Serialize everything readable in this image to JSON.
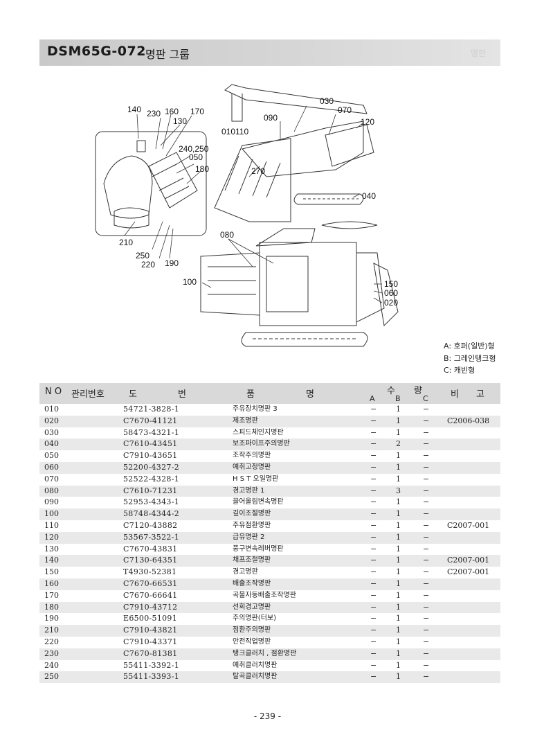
{
  "header": {
    "code": "DSM65G-072",
    "name": "명판 그룹",
    "side": "명판"
  },
  "callouts": [
    {
      "id": "140",
      "label": "140"
    },
    {
      "id": "230",
      "label": "230"
    },
    {
      "id": "160",
      "label": "160"
    },
    {
      "id": "170",
      "label": "170"
    },
    {
      "id": "130",
      "label": "130"
    },
    {
      "id": "240250",
      "label": "240,250"
    },
    {
      "id": "050",
      "label": "050"
    },
    {
      "id": "180",
      "label": "180"
    },
    {
      "id": "210",
      "label": "210"
    },
    {
      "id": "250b",
      "label": "250"
    },
    {
      "id": "220",
      "label": "220"
    },
    {
      "id": "190",
      "label": "190"
    },
    {
      "id": "030",
      "label": "030"
    },
    {
      "id": "070",
      "label": "070"
    },
    {
      "id": "090",
      "label": "090"
    },
    {
      "id": "010110",
      "label": "010110"
    },
    {
      "id": "120",
      "label": "120"
    },
    {
      "id": "270",
      "label": "270"
    },
    {
      "id": "040",
      "label": "040"
    },
    {
      "id": "080",
      "label": "080"
    },
    {
      "id": "100",
      "label": "100"
    },
    {
      "id": "150",
      "label": "150"
    },
    {
      "id": "060",
      "label": "060"
    },
    {
      "id": "020",
      "label": "020"
    }
  ],
  "legend": [
    "A: 호퍼(일반)형",
    "B: 그레인탱크형",
    "C: 캐빈형"
  ],
  "table": {
    "headers": {
      "no": "N O",
      "mgmt": "관리번호",
      "part_do": "도",
      "part_beon": "번",
      "name_pum": "품",
      "name_myeong": "명",
      "qty_su": "수",
      "qty_ryang": "량",
      "qty_a": "A",
      "qty_b": "B",
      "qty_c": "C",
      "note_bi": "비",
      "note_go": "고"
    },
    "rows": [
      {
        "no": "010",
        "part": "54721-3828-1",
        "name": "주유장치명판 3",
        "a": "−",
        "b": "1",
        "c": "−",
        "note": ""
      },
      {
        "no": "020",
        "part": "C7670-41121",
        "name": "제조명판",
        "a": "−",
        "b": "1",
        "c": "−",
        "note": "C2006-038"
      },
      {
        "no": "030",
        "part": "58473-4321-1",
        "name": "스피드체인지명판",
        "a": "−",
        "b": "1",
        "c": "−",
        "note": ""
      },
      {
        "no": "040",
        "part": "C7610-43451",
        "name": "보조파이프주의명판",
        "a": "−",
        "b": "2",
        "c": "−",
        "note": ""
      },
      {
        "no": "050",
        "part": "C7910-43651",
        "name": "조작주의명판",
        "a": "−",
        "b": "1",
        "c": "−",
        "note": ""
      },
      {
        "no": "060",
        "part": "52200-4327-2",
        "name": "예취고정명판",
        "a": "−",
        "b": "1",
        "c": "−",
        "note": ""
      },
      {
        "no": "070",
        "part": "52522-4328-1",
        "name": "H S T 오일명판",
        "a": "−",
        "b": "1",
        "c": "−",
        "note": ""
      },
      {
        "no": "080",
        "part": "C7610-71231",
        "name": "경고명판 1",
        "a": "−",
        "b": "3",
        "c": "−",
        "note": ""
      },
      {
        "no": "090",
        "part": "52953-4343-1",
        "name": "끌어올림변속명판",
        "a": "−",
        "b": "1",
        "c": "−",
        "note": ""
      },
      {
        "no": "100",
        "part": "58748-4344-2",
        "name": "깊이조절명판",
        "a": "−",
        "b": "1",
        "c": "−",
        "note": ""
      },
      {
        "no": "110",
        "part": "C7120-43882",
        "name": "주유점환명판",
        "a": "−",
        "b": "1",
        "c": "−",
        "note": "C2007-001"
      },
      {
        "no": "120",
        "part": "53567-3522-1",
        "name": "급유명판 2",
        "a": "−",
        "b": "1",
        "c": "−",
        "note": ""
      },
      {
        "no": "130",
        "part": "C7670-43831",
        "name": "풍구변속레버명판",
        "a": "−",
        "b": "1",
        "c": "−",
        "note": ""
      },
      {
        "no": "140",
        "part": "C7130-64351",
        "name": "채프조절명판",
        "a": "−",
        "b": "1",
        "c": "−",
        "note": "C2007-001"
      },
      {
        "no": "150",
        "part": "T4930-52381",
        "name": "경고명판",
        "a": "−",
        "b": "1",
        "c": "−",
        "note": "C2007-001"
      },
      {
        "no": "160",
        "part": "C7670-66531",
        "name": "배출조작명판",
        "a": "−",
        "b": "1",
        "c": "−",
        "note": ""
      },
      {
        "no": "170",
        "part": "C7670-66641",
        "name": "곡물자동배출조작명판",
        "a": "−",
        "b": "1",
        "c": "−",
        "note": ""
      },
      {
        "no": "180",
        "part": "C7910-43712",
        "name": "선회경고명판",
        "a": "−",
        "b": "1",
        "c": "−",
        "note": ""
      },
      {
        "no": "190",
        "part": "E6500-51091",
        "name": "주의명판(터보)",
        "a": "−",
        "b": "1",
        "c": "−",
        "note": ""
      },
      {
        "no": "210",
        "part": "C7910-43821",
        "name": "점환주의명판",
        "a": "−",
        "b": "1",
        "c": "−",
        "note": ""
      },
      {
        "no": "220",
        "part": "C7910-43371",
        "name": "안전작업명판",
        "a": "−",
        "b": "1",
        "c": "−",
        "note": ""
      },
      {
        "no": "230",
        "part": "C7670-81381",
        "name": "탱크클러치 , 점환명판",
        "a": "−",
        "b": "1",
        "c": "−",
        "note": ""
      },
      {
        "no": "240",
        "part": "55411-3392-1",
        "name": "예취클러치명판",
        "a": "−",
        "b": "1",
        "c": "−",
        "note": ""
      },
      {
        "no": "250",
        "part": "55411-3393-1",
        "name": "탈곡클러치명판",
        "a": "−",
        "b": "1",
        "c": "−",
        "note": ""
      }
    ]
  },
  "page_number": "- 239 -"
}
